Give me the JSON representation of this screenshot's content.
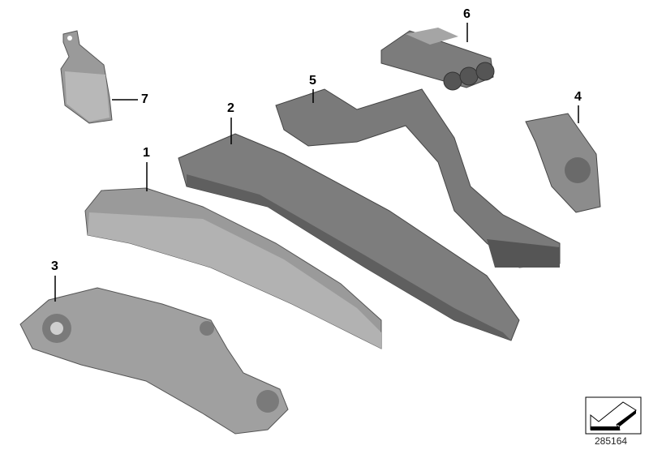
{
  "parts": [
    {
      "number": "1"
    },
    {
      "number": "2"
    },
    {
      "number": "3"
    },
    {
      "number": "4"
    },
    {
      "number": "5"
    },
    {
      "number": "6"
    },
    {
      "number": "7"
    }
  ],
  "diagram_reference": "285164",
  "colors": {
    "part_fill": "#8e8e8e",
    "part_dark": "#5f5f5f",
    "part_light": "#b5b5b5",
    "line": "#000000"
  },
  "icons": {
    "corner_symbol": "arrow-icon"
  }
}
